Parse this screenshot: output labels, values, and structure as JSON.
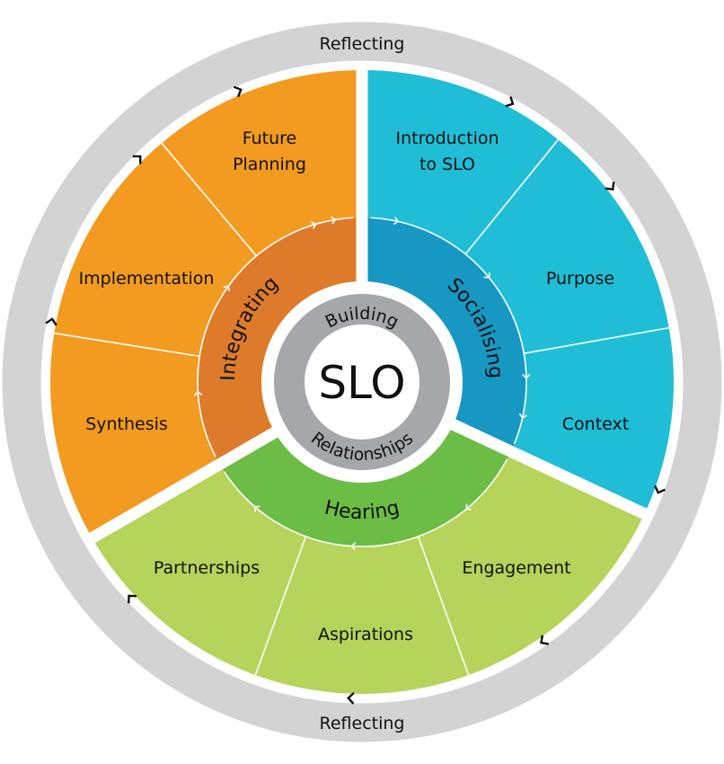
{
  "colors": {
    "outer_ring": "#D3D3D4",
    "center_ring": "#A6A7AA",
    "integrating_outer": "#F39B21",
    "integrating_inner": "#DE7B2A",
    "socialising_outer": "#20BED6",
    "socialising_inner": "#1698C3",
    "hearing_outer": "#B6D35B",
    "hearing_inner": "#6CBD45"
  },
  "outer_ring": {
    "top_label": "Reflecting",
    "bottom_label": "Reflecting"
  },
  "center": {
    "title": "SLO",
    "top_label": "Building",
    "bottom_label": "Relationships"
  },
  "phases": {
    "integrating": {
      "label": "Integrating",
      "segments": [
        "Synthesis",
        "Implementation",
        "Future Planning"
      ]
    },
    "socialising": {
      "label": "Socialising",
      "segments": [
        "Introduction to SLO",
        "Purpose",
        "Context"
      ]
    },
    "hearing": {
      "label": "Hearing",
      "segments": [
        "Engagement",
        "Aspirations",
        "Partnerships"
      ]
    }
  },
  "segment_text": {
    "synthesis": "Synthesis",
    "implementation": "Implementation",
    "future_1": "Future",
    "future_2": "Planning",
    "intro_1": "Introduction",
    "intro_2": "to SLO",
    "purpose": "Purpose",
    "context": "Context",
    "engagement": "Engagement",
    "aspirations": "Aspirations",
    "partnerships": "Partnerships"
  }
}
